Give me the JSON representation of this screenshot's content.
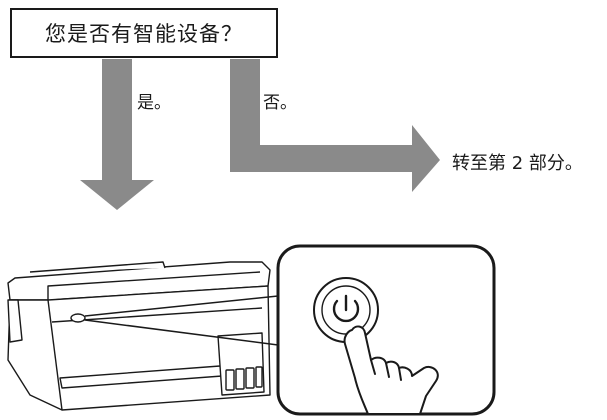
{
  "question": {
    "text": "您是否有智能设备？"
  },
  "branches": {
    "yes_label": "是。",
    "no_label": "否。",
    "no_target": "转至第 2 部分。"
  },
  "illustration": {
    "device": "printer",
    "zoom_callout": "power-button",
    "icons": [
      "power-icon",
      "hand-pointer-icon"
    ]
  },
  "colors": {
    "arrow": "#8a8a8a",
    "line": "#1a1a1a",
    "background": "#ffffff"
  }
}
